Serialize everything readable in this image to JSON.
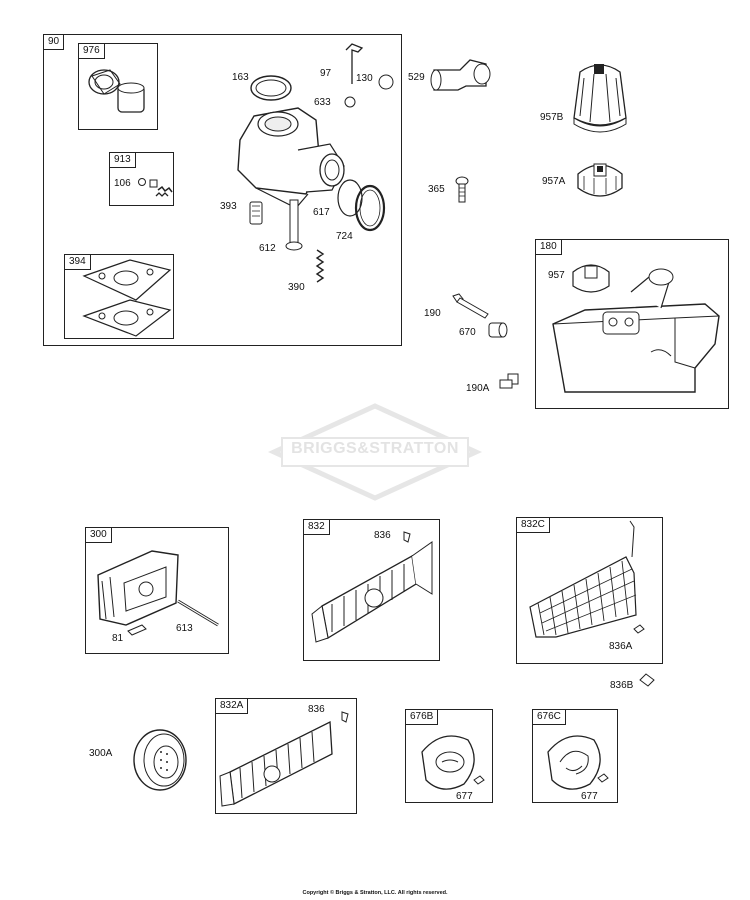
{
  "groups": {
    "g90": "90",
    "g976": "976",
    "g913": "913",
    "g394": "394",
    "g180": "180",
    "g300": "300",
    "g832": "832",
    "g832c": "832C",
    "g832a": "832A",
    "g676b": "676B",
    "g676c": "676C"
  },
  "parts": {
    "p163": "163",
    "p97": "97",
    "p130": "130",
    "p633": "633",
    "p106": "106",
    "p393": "393",
    "p617": "617",
    "p724": "724",
    "p612": "612",
    "p390": "390",
    "p529": "529",
    "p365": "365",
    "p957b": "957B",
    "p957a": "957A",
    "p957": "957",
    "p190": "190",
    "p670": "670",
    "p190a": "190A",
    "p81": "81",
    "p613": "613",
    "p836": "836",
    "p836_2": "836",
    "p836a": "836A",
    "p836b": "836B",
    "p300a": "300A",
    "p677": "677",
    "p677_2": "677"
  },
  "watermark": "BRIGGS&STRATTON",
  "footer": "Copyright © Briggs & Stratton, LLC. All rights reserved."
}
